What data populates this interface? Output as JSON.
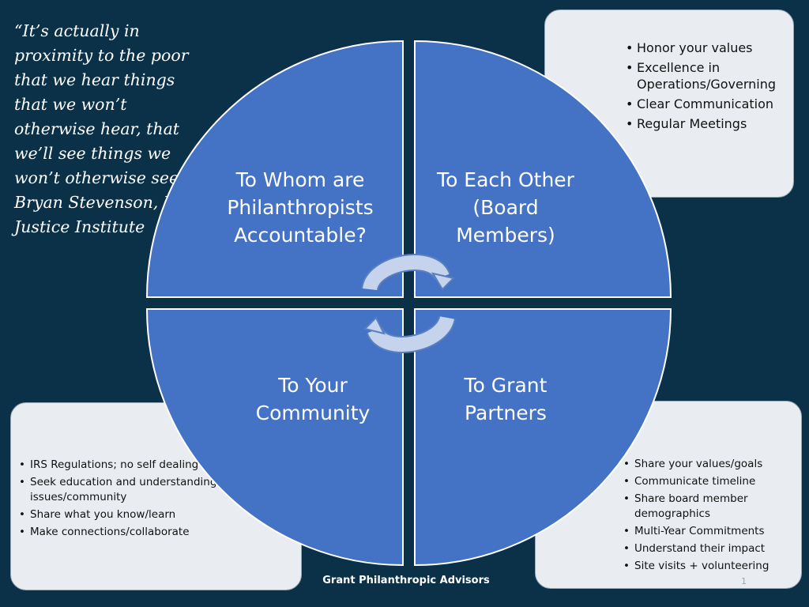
{
  "quote": "“It’s actually in proximity to the poor that we hear things that we won’t otherwise hear, that we’ll see things we won’t otherwise see.” Bryan Stevenson, Equal Justice Institute",
  "quadrants": {
    "top_left": "To Whom are Philanthropists Accountable?",
    "top_right": "To Each Other (Board Members)",
    "bottom_left": "To Your Community",
    "bottom_right": "To Grant Partners"
  },
  "top_right_box": {
    "items": [
      "Honor your values",
      "Excellence in Operations/Governing",
      "Clear Communication",
      "Regular Meetings"
    ]
  },
  "bottom_left_box": {
    "items": [
      "IRS Regulations; no self dealing",
      "Seek education and understanding of issues/community",
      "Share what you know/learn",
      "Make connections/collaborate"
    ]
  },
  "bottom_right_box": {
    "items": [
      "Share your values/goals",
      "Communicate timeline",
      "Share board member demographics",
      "Multi-Year Commitments",
      "Understand their impact",
      "Site visits + volunteering"
    ]
  },
  "footer": "Grant Philanthropic Advisors",
  "page_number": "1",
  "colors": {
    "background": "#0b3148",
    "quadrant_fill": "#4472c4",
    "box_fill": "#e9edf1",
    "arrow_fill": "#c5d4ec"
  }
}
